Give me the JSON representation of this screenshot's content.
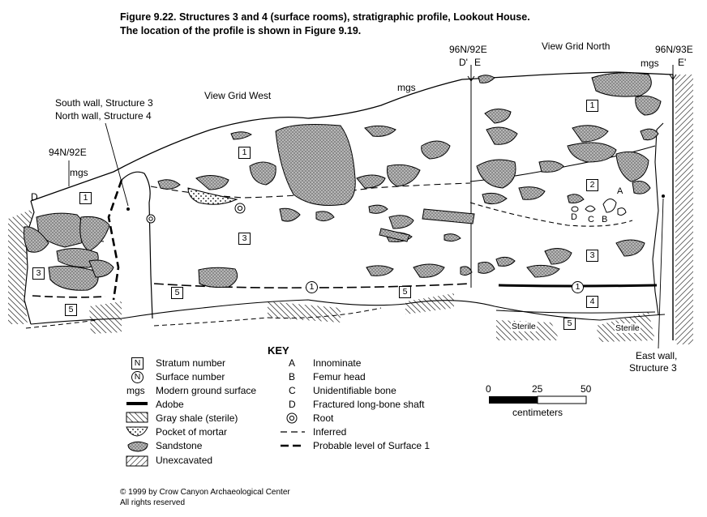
{
  "figure": {
    "title_line1": "Figure 9.22.  Structures 3 and 4 (surface rooms), stratigraphic profile, Lookout House.",
    "title_line2": "The location of the profile is shown in Figure 9.19."
  },
  "profile": {
    "view_west": "View Grid West",
    "view_north": "View Grid North",
    "grid_left": "94N/92E",
    "grid_mid": "96N/92E",
    "grid_right": "96N/93E",
    "point_d": "D",
    "point_d_prime": "D'",
    "point_e": "E",
    "point_e_prime": "E'",
    "mgs": "mgs",
    "wall_note_line1": "South wall, Structure 3",
    "wall_note_line2": "North wall, Structure 4",
    "east_wall_line1": "East wall,",
    "east_wall_line2": "Structure 3",
    "sterile": "Sterile",
    "strata": [
      "1",
      "2",
      "3",
      "4",
      "5"
    ],
    "surface": "1",
    "bone_labels": [
      "A",
      "B",
      "C",
      "D"
    ]
  },
  "key": {
    "title": "KEY",
    "stratum_symbol": "N",
    "stratum": "Stratum number",
    "surface_symbol": "N",
    "surface": "Surface number",
    "mgs_symbol": "mgs",
    "mgs": "Modern ground surface",
    "adobe": "Adobe",
    "shale": "Gray shale (sterile)",
    "mortar": "Pocket of mortar",
    "sandstone": "Sandstone",
    "unexcavated": "Unexcavated",
    "innominate_symbol": "A",
    "innominate": "Innominate",
    "femur_symbol": "B",
    "femur": "Femur head",
    "unident_symbol": "C",
    "unident": "Unidentifiable bone",
    "fractured_symbol": "D",
    "fractured": "Fractured long-bone shaft",
    "root": "Root",
    "inferred": "Inferred",
    "probable": "Probable level of Surface 1"
  },
  "scale": {
    "ticks": [
      "0",
      "25",
      "50"
    ],
    "unit": "centimeters"
  },
  "copyright": {
    "line1": "© 1999 by Crow Canyon Archaeological Center",
    "line2": "All rights reserved"
  }
}
